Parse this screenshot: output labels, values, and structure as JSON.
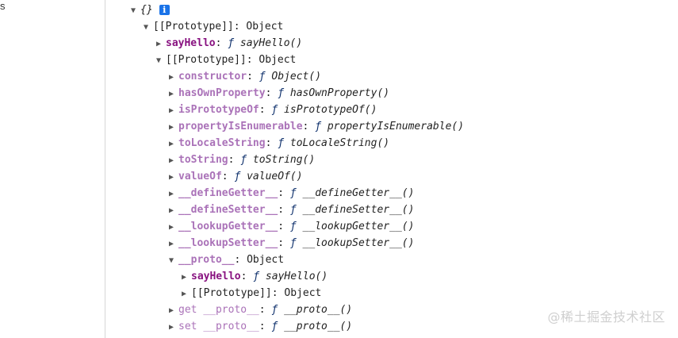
{
  "left_stub": "s",
  "root": {
    "label": "{}",
    "info_icon": "i"
  },
  "rows": [
    {
      "key": "[[Prototype]]",
      "sep": ": ",
      "value": "Object"
    },
    {
      "key": "sayHello",
      "sep": ": ",
      "fmark": "ƒ",
      "fname": " sayHello()"
    },
    {
      "key": "[[Prototype]]",
      "sep": ": ",
      "value": "Object"
    },
    {
      "key": "constructor",
      "sep": ": ",
      "fmark": "ƒ",
      "fname": " Object()"
    },
    {
      "key": "hasOwnProperty",
      "sep": ": ",
      "fmark": "ƒ",
      "fname": " hasOwnProperty()"
    },
    {
      "key": "isPrototypeOf",
      "sep": ": ",
      "fmark": "ƒ",
      "fname": " isPrototypeOf()"
    },
    {
      "key": "propertyIsEnumerable",
      "sep": ": ",
      "fmark": "ƒ",
      "fname": " propertyIsEnumerable()"
    },
    {
      "key": "toLocaleString",
      "sep": ": ",
      "fmark": "ƒ",
      "fname": " toLocaleString()"
    },
    {
      "key": "toString",
      "sep": ": ",
      "fmark": "ƒ",
      "fname": " toString()"
    },
    {
      "key": "valueOf",
      "sep": ": ",
      "fmark": "ƒ",
      "fname": " valueOf()"
    },
    {
      "key": "__defineGetter__",
      "sep": ": ",
      "fmark": "ƒ",
      "fname": " __defineGetter__()"
    },
    {
      "key": "__defineSetter__",
      "sep": ": ",
      "fmark": "ƒ",
      "fname": " __defineSetter__()"
    },
    {
      "key": "__lookupGetter__",
      "sep": ": ",
      "fmark": "ƒ",
      "fname": " __lookupGetter__()"
    },
    {
      "key": "__lookupSetter__",
      "sep": ": ",
      "fmark": "ƒ",
      "fname": " __lookupSetter__()"
    },
    {
      "key": "__proto__",
      "sep": ": ",
      "value": "Object"
    },
    {
      "key": "sayHello",
      "sep": ": ",
      "fmark": "ƒ",
      "fname": " sayHello()"
    },
    {
      "key": "[[Prototype]]",
      "sep": ": ",
      "value": "Object"
    },
    {
      "getset": "get ",
      "key": "__proto__",
      "sep": ": ",
      "fmark": "ƒ",
      "fname": " __proto__()"
    },
    {
      "getset": "set ",
      "key": "__proto__",
      "sep": ": ",
      "fmark": "ƒ",
      "fname": " __proto__()"
    }
  ],
  "icons": {
    "expanded": "▼",
    "collapsed": "▶"
  },
  "watermark": "@稀土掘金技术社区"
}
